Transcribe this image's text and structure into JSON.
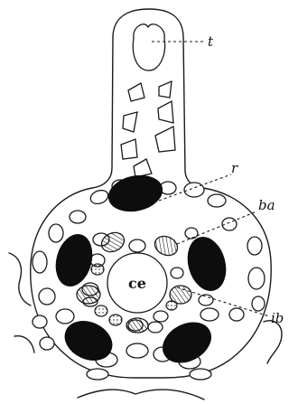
{
  "labels": {
    "t": "t",
    "r": "r",
    "ba": "ba",
    "ce": "ce",
    "ib": "ib"
  },
  "colors": {
    "ink": "#1a1a1a",
    "background": "#ffffff",
    "dark_cells": "#0d0d0d"
  }
}
